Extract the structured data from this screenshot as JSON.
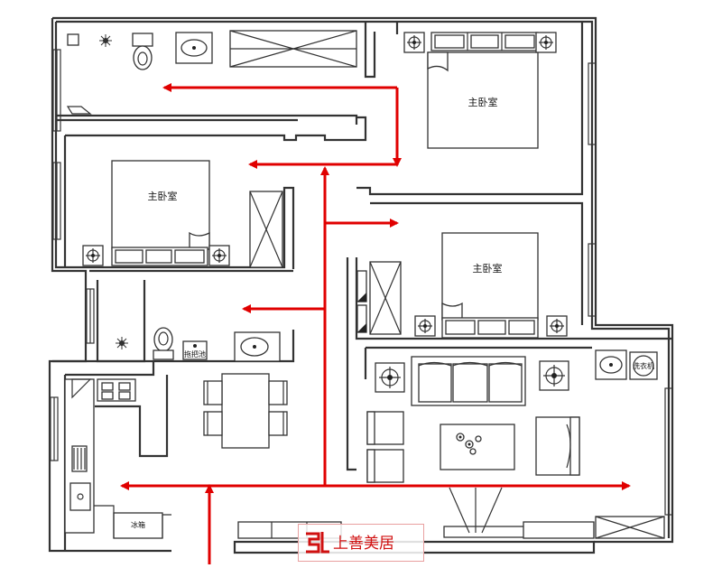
{
  "rooms": {
    "bedroom_top_right": "主卧室",
    "bedroom_left": "主卧室",
    "bedroom_mid_right": "主卧室"
  },
  "fixtures": {
    "mop_sink": "拖把池",
    "washer": "洗衣机",
    "fridge": "冰箱"
  },
  "logo": {
    "brand": "上善美居"
  },
  "colors": {
    "arrow": "#e00000",
    "wall": "#333333"
  }
}
